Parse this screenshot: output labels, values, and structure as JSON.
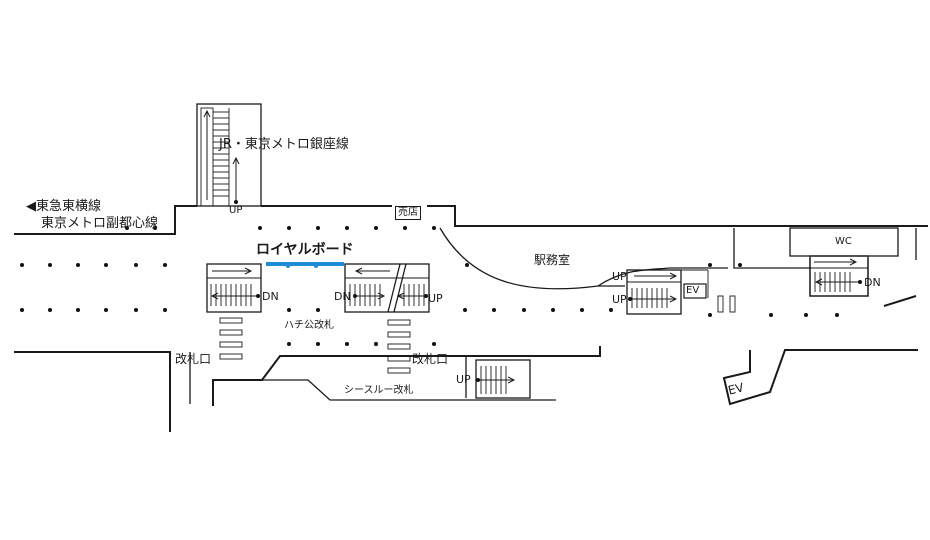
{
  "labels": {
    "jr_ginza": "JR・東京メトロ銀座線",
    "tokyu_line1": "◀東急東横線",
    "tokyu_line2": "東京メトロ副都心線",
    "shop": "売店",
    "royal_board": "ロイヤルボード",
    "station_office": "駅務室",
    "wc": "WC",
    "hachiko_gate": "ハチ公改札",
    "gate_left": "改札口",
    "gate_right": "改札口",
    "seethrough_gate": "シースルー改札",
    "ev_small": "EV",
    "ev_large": "EV",
    "up_top": "UP",
    "dn_left": "DN",
    "dn_mid": "DN",
    "up_mid": "UP",
    "up_right1": "UP",
    "up_right2": "UP",
    "dn_right": "DN",
    "up_bottom": "UP"
  },
  "colors": {
    "line": "#1a1a1a",
    "royal_board_bar": "#1f8ad6"
  }
}
